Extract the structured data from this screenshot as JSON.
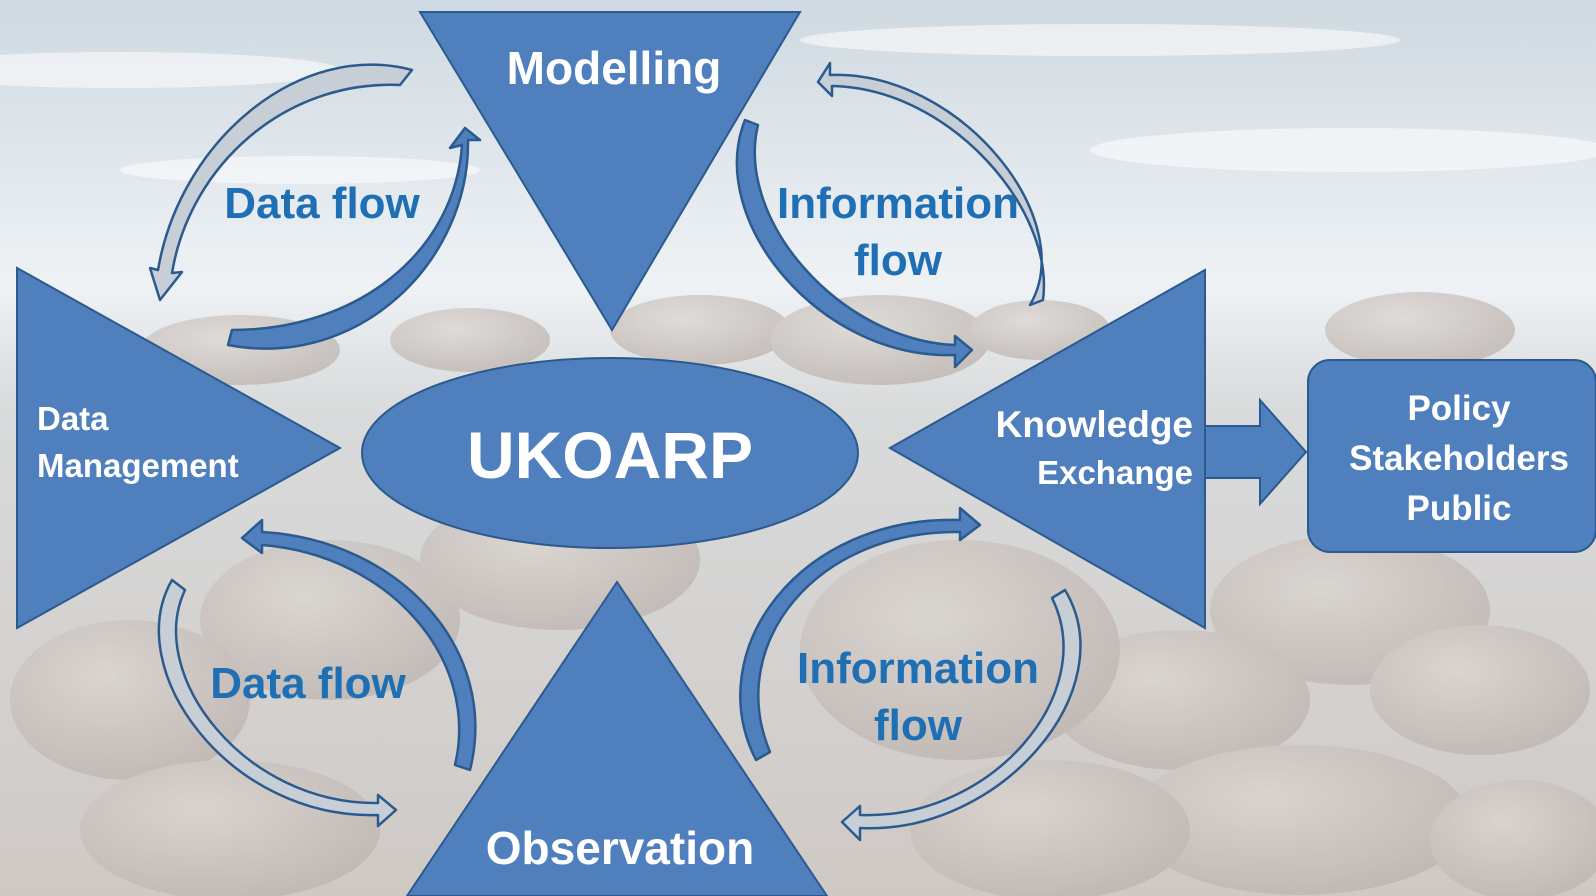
{
  "diagram": {
    "center": "UKOARP",
    "nodes": {
      "modelling": "Modelling",
      "observation": "Observation",
      "data_management": [
        "Data",
        "Management"
      ],
      "knowledge_exchange": [
        "Knowledge",
        "Exchange"
      ],
      "audience": [
        "Policy",
        "Stakeholders",
        "Public"
      ]
    },
    "flows": {
      "data_flow_top": "Data flow",
      "data_flow_bottom": "Data flow",
      "info_flow_top": [
        "Information",
        "flow"
      ],
      "info_flow_bottom": [
        "Information",
        "flow"
      ]
    }
  },
  "colors": {
    "shape_fill": "#4f80bd",
    "shape_stroke": "#2b5a8e",
    "arrow_light": "#c7ced6",
    "label_blue": "#1f6fb5",
    "label_white": "#ffffff"
  }
}
